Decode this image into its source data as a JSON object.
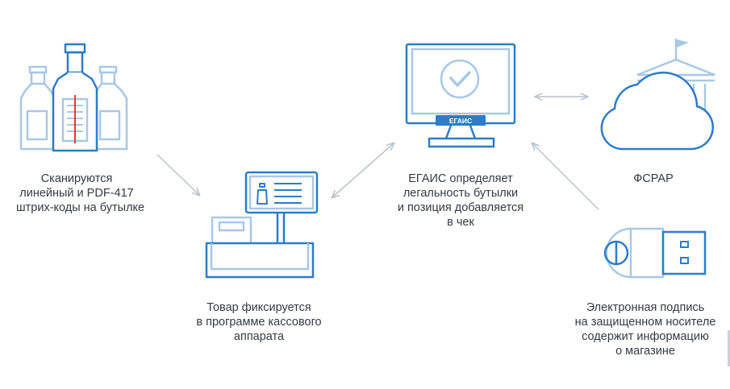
{
  "captions": {
    "bottles": [
      "Сканируются",
      "линейный и PDF-417",
      "штрих-коды на бутылке"
    ],
    "register": [
      "Товар фиксируется",
      "в программе кассового",
      "аппарата"
    ],
    "egais": [
      "ЕГАИС определяет",
      "легальность бутылки",
      "и позиция добавляется",
      "в чек"
    ],
    "fsrar": [
      "ФСРАР"
    ],
    "token": [
      "Электронная подпись",
      "на защищенном носителе",
      "содержит информацию",
      "о магазине"
    ]
  },
  "monitor_label": "ЕГАИС",
  "colors": {
    "blue": "#2d7cc8",
    "light_blue": "#a8c8e6",
    "fill_blue": "#eaf3fb",
    "arrow_gray": "#b9c3cc",
    "red": "#e53935",
    "text": "#333b44"
  },
  "icons": {
    "bottles": "bottles-icon",
    "register": "cash-register-icon",
    "monitor": "monitor-icon",
    "check": "checkmark-icon",
    "cloud": "cloud-icon",
    "building": "government-building-icon",
    "token": "usb-token-icon"
  }
}
